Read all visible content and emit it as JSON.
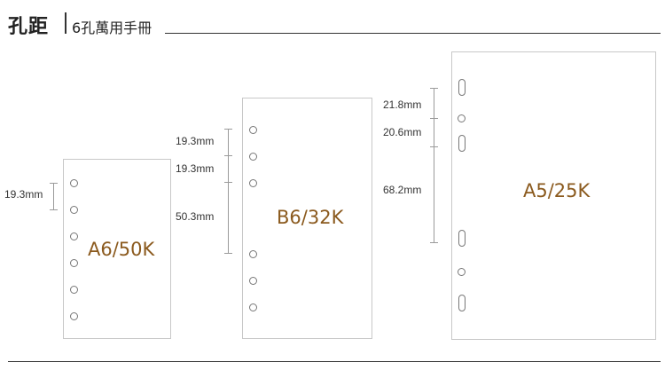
{
  "header": {
    "title": "孔距",
    "subtitle": "6孔萬用手冊"
  },
  "sheets": {
    "a6": {
      "label": "A6/50K",
      "dimensions": [
        "19.3mm"
      ]
    },
    "b6": {
      "label": "B6/32K",
      "dimensions": [
        "19.3mm",
        "19.3mm",
        "50.3mm"
      ]
    },
    "a5": {
      "label": "A5/25K",
      "dimensions": [
        "21.8mm",
        "20.6mm",
        "68.2mm"
      ]
    }
  },
  "colors": {
    "label_text": "#8b5a1e",
    "sheet_border": "#c8c8c8",
    "rule_line": "#333333"
  }
}
